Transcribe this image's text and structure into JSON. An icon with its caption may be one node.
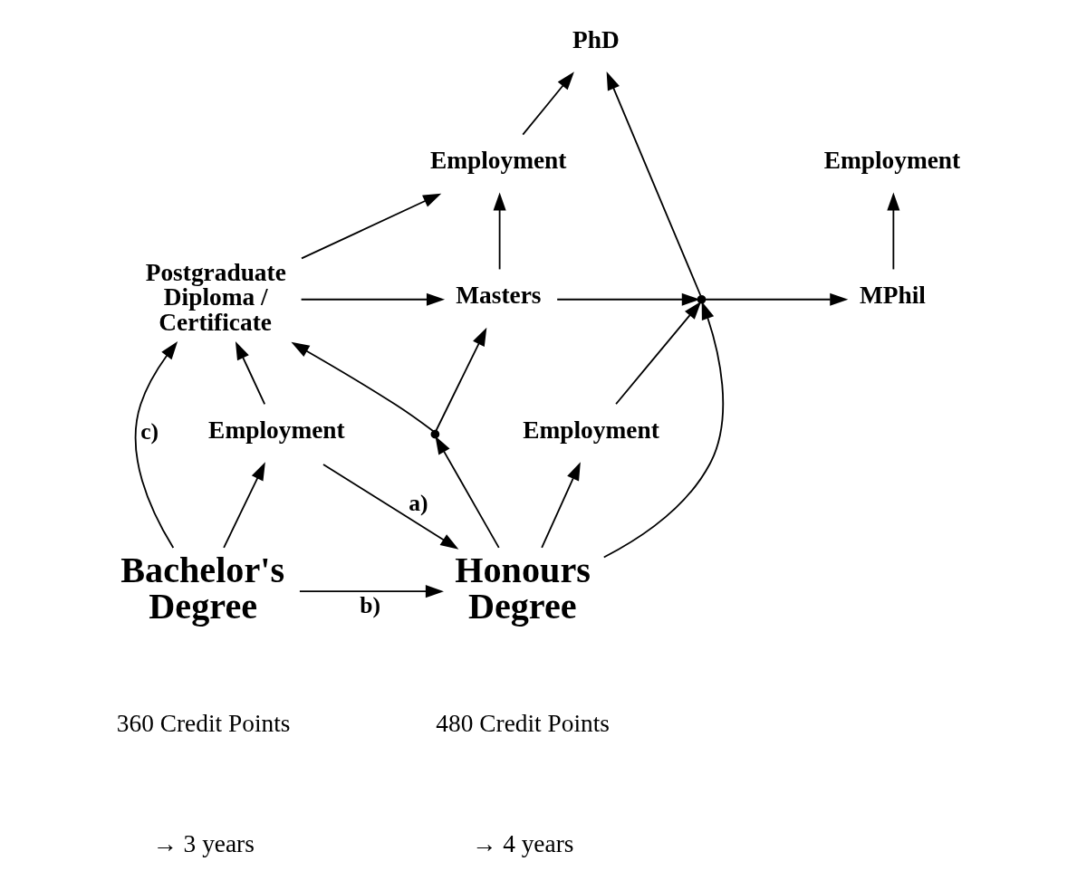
{
  "diagram": {
    "nodes": [
      {
        "text": [
          "PhD"
        ]
      },
      {
        "text": [
          "Employment"
        ]
      },
      {
        "text": [
          "Employment"
        ]
      },
      {
        "text": [
          "Postgraduate Diploma / Certificate"
        ]
      },
      {
        "text": [
          "Masters"
        ]
      },
      {
        "text": [],
        "shape": "point"
      },
      {
        "text": [
          "MPhil"
        ]
      },
      {
        "text": [],
        "shape": "point"
      },
      {
        "text": [
          "Employment"
        ]
      },
      {
        "text": [
          "Employment"
        ]
      },
      {
        "text": [
          "Bachelor's Degree"
        ]
      },
      {
        "text": [
          "Honours Degree"
        ]
      }
    ],
    "edges": [
      {
        "from": 1,
        "to": 0,
        "arrow": "to"
      },
      {
        "from": 5,
        "to": 0,
        "arrow": "to"
      },
      {
        "from": 4,
        "to": 1,
        "arrow": "to"
      },
      {
        "from": 6,
        "to": 2,
        "arrow": "to"
      },
      {
        "from": 3,
        "to": 1,
        "arrow": "to"
      },
      {
        "from": 3,
        "to": 4,
        "arrow": "to"
      },
      {
        "from": 4,
        "to": 5,
        "arrow": "to"
      },
      {
        "from": 5,
        "to": 6,
        "arrow": "to"
      },
      {
        "from": 7,
        "to": 3,
        "arrow": "to"
      },
      {
        "from": 7,
        "to": 4,
        "arrow": "to"
      },
      {
        "from": 11,
        "to": 7,
        "arrow": "to"
      },
      {
        "from": 11,
        "to": 5,
        "arrow": "to"
      },
      {
        "from": 9,
        "to": 5,
        "arrow": "to"
      },
      {
        "from": 11,
        "to": 9,
        "arrow": "to"
      },
      {
        "from": 10,
        "to": 3,
        "arrow": "to",
        "label": "c)"
      },
      {
        "from": 8,
        "to": 3,
        "arrow": "to"
      },
      {
        "from": 10,
        "to": 8,
        "arrow": "to"
      },
      {
        "from": 8,
        "to": 11,
        "arrow": "to",
        "label": "a)"
      },
      {
        "from": 10,
        "to": 11,
        "arrow": "to",
        "label": "b)"
      }
    ],
    "labels": [
      "360 Credit Points",
      "→ 3 years",
      "480 Credit Points",
      "→ 4 years"
    ]
  }
}
